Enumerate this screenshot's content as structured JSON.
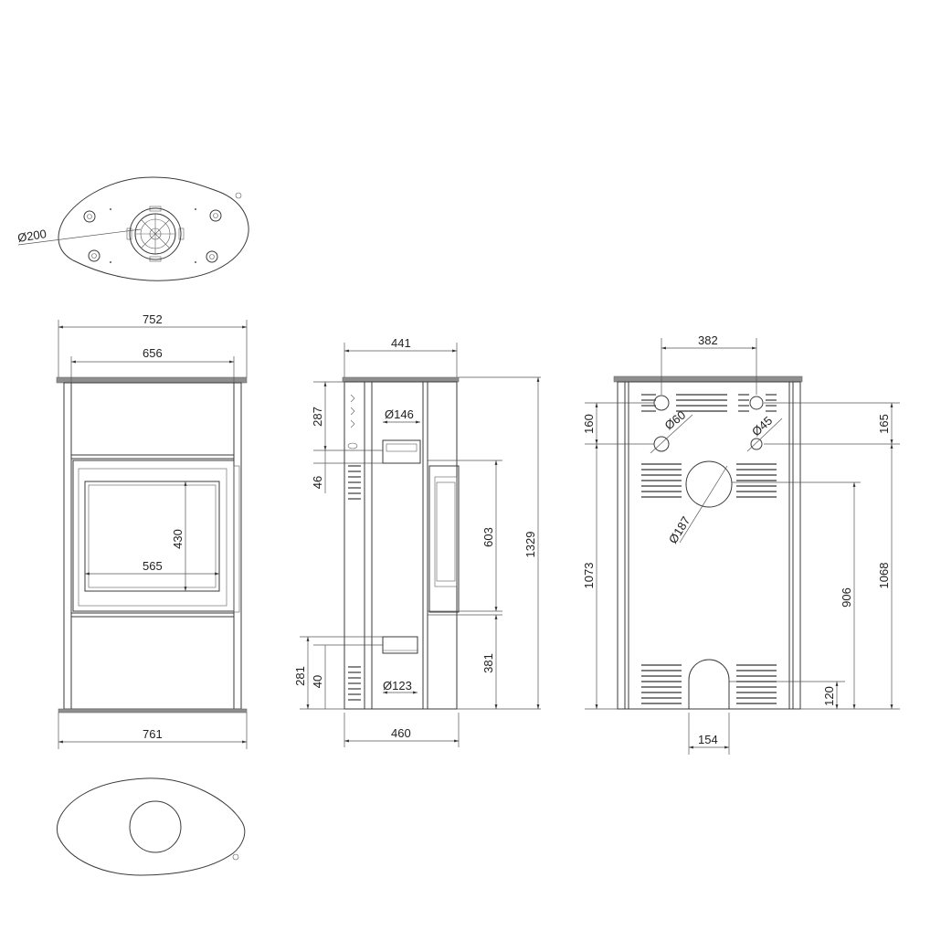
{
  "top_view": {
    "flue_diameter": "Ø200"
  },
  "front_view": {
    "width_top": "752",
    "width_inner": "656",
    "glass_height": "430",
    "glass_width": "565",
    "width_bottom": "761"
  },
  "side_view": {
    "depth_top": "441",
    "top_offset": "287",
    "flue_top_diameter": "Ø146",
    "step_46": "46",
    "door_height": "603",
    "total_height": "1329",
    "bottom_offset": "281",
    "air_offset": "40",
    "air_diameter": "Ø123",
    "lower_height": "381",
    "depth_bottom": "460"
  },
  "rear_view": {
    "hole_spacing": "382",
    "left_height": "160",
    "hole_small_diameter": "Ø60",
    "hole_tiny_diameter": "Ø45",
    "right_height": "165",
    "flue_rear_diameter": "Ø187",
    "rear_left_height": "1073",
    "flue_center_height": "906",
    "rear_right_height": "1068",
    "arch_height": "120",
    "arch_width": "154"
  },
  "colors": {
    "line": "#3a3a3a",
    "frame_gray": "#8e8e8e",
    "background": "#ffffff"
  }
}
